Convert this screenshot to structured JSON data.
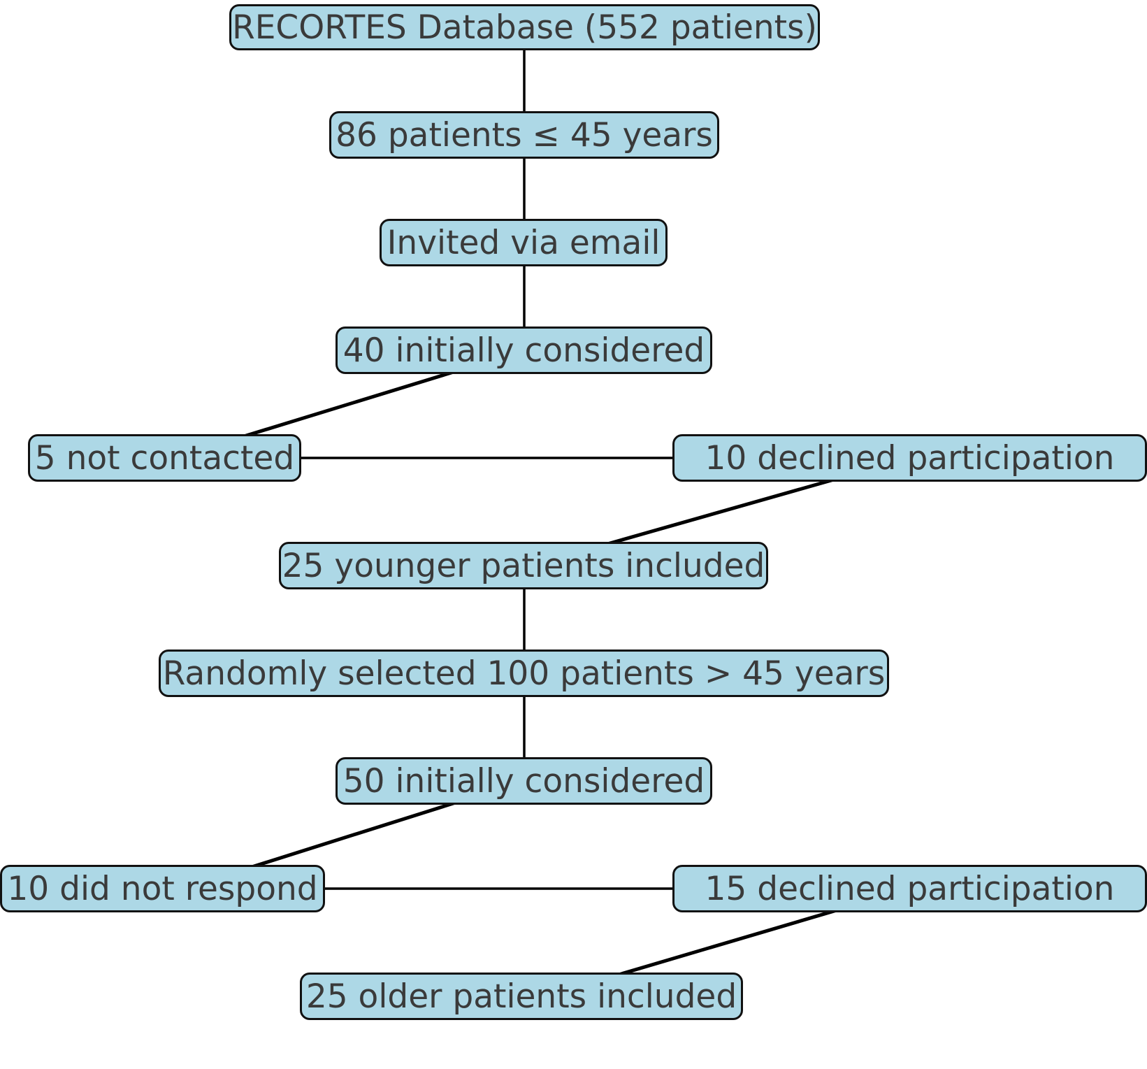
{
  "diagram": {
    "title": "RECORTES patient selection flowchart",
    "background_color": "#ffffff",
    "node_fill_color": "#add8e6",
    "node_border_color": "#111111",
    "edge_color": "#000000",
    "text_color": "#3a3a3a"
  },
  "nodes": {
    "database": "RECORTES Database (552 patients)",
    "under45": "86 patients ≤ 45 years",
    "invited_email": "Invited via email",
    "considered40": "40 initially considered",
    "not_contacted5": "5 not contacted",
    "declined10": "10 declined participation",
    "younger25": "25 younger patients included",
    "random100": "Randomly selected 100 patients > 45 years",
    "considered50": "50 initially considered",
    "no_respond10": "10 did not respond",
    "declined15": "15 declined participation",
    "older25": "25 older patients included"
  },
  "edges": [
    {
      "from": "database",
      "to": "under45",
      "style": "vertical-down"
    },
    {
      "from": "under45",
      "to": "invited_email",
      "style": "vertical-down"
    },
    {
      "from": "invited_email",
      "to": "considered40",
      "style": "vertical-down"
    },
    {
      "from": "considered40",
      "to": "not_contacted5",
      "style": "diagonal-down-left"
    },
    {
      "from": "not_contacted5",
      "to": "declined10",
      "style": "horizontal-right"
    },
    {
      "from": "declined10",
      "to": "younger25",
      "style": "diagonal-down-left"
    },
    {
      "from": "younger25",
      "to": "random100",
      "style": "vertical-down"
    },
    {
      "from": "random100",
      "to": "considered50",
      "style": "vertical-down"
    },
    {
      "from": "considered50",
      "to": "no_respond10",
      "style": "diagonal-down-left"
    },
    {
      "from": "no_respond10",
      "to": "declined15",
      "style": "horizontal-right"
    },
    {
      "from": "declined15",
      "to": "older25",
      "style": "diagonal-down-left"
    }
  ]
}
